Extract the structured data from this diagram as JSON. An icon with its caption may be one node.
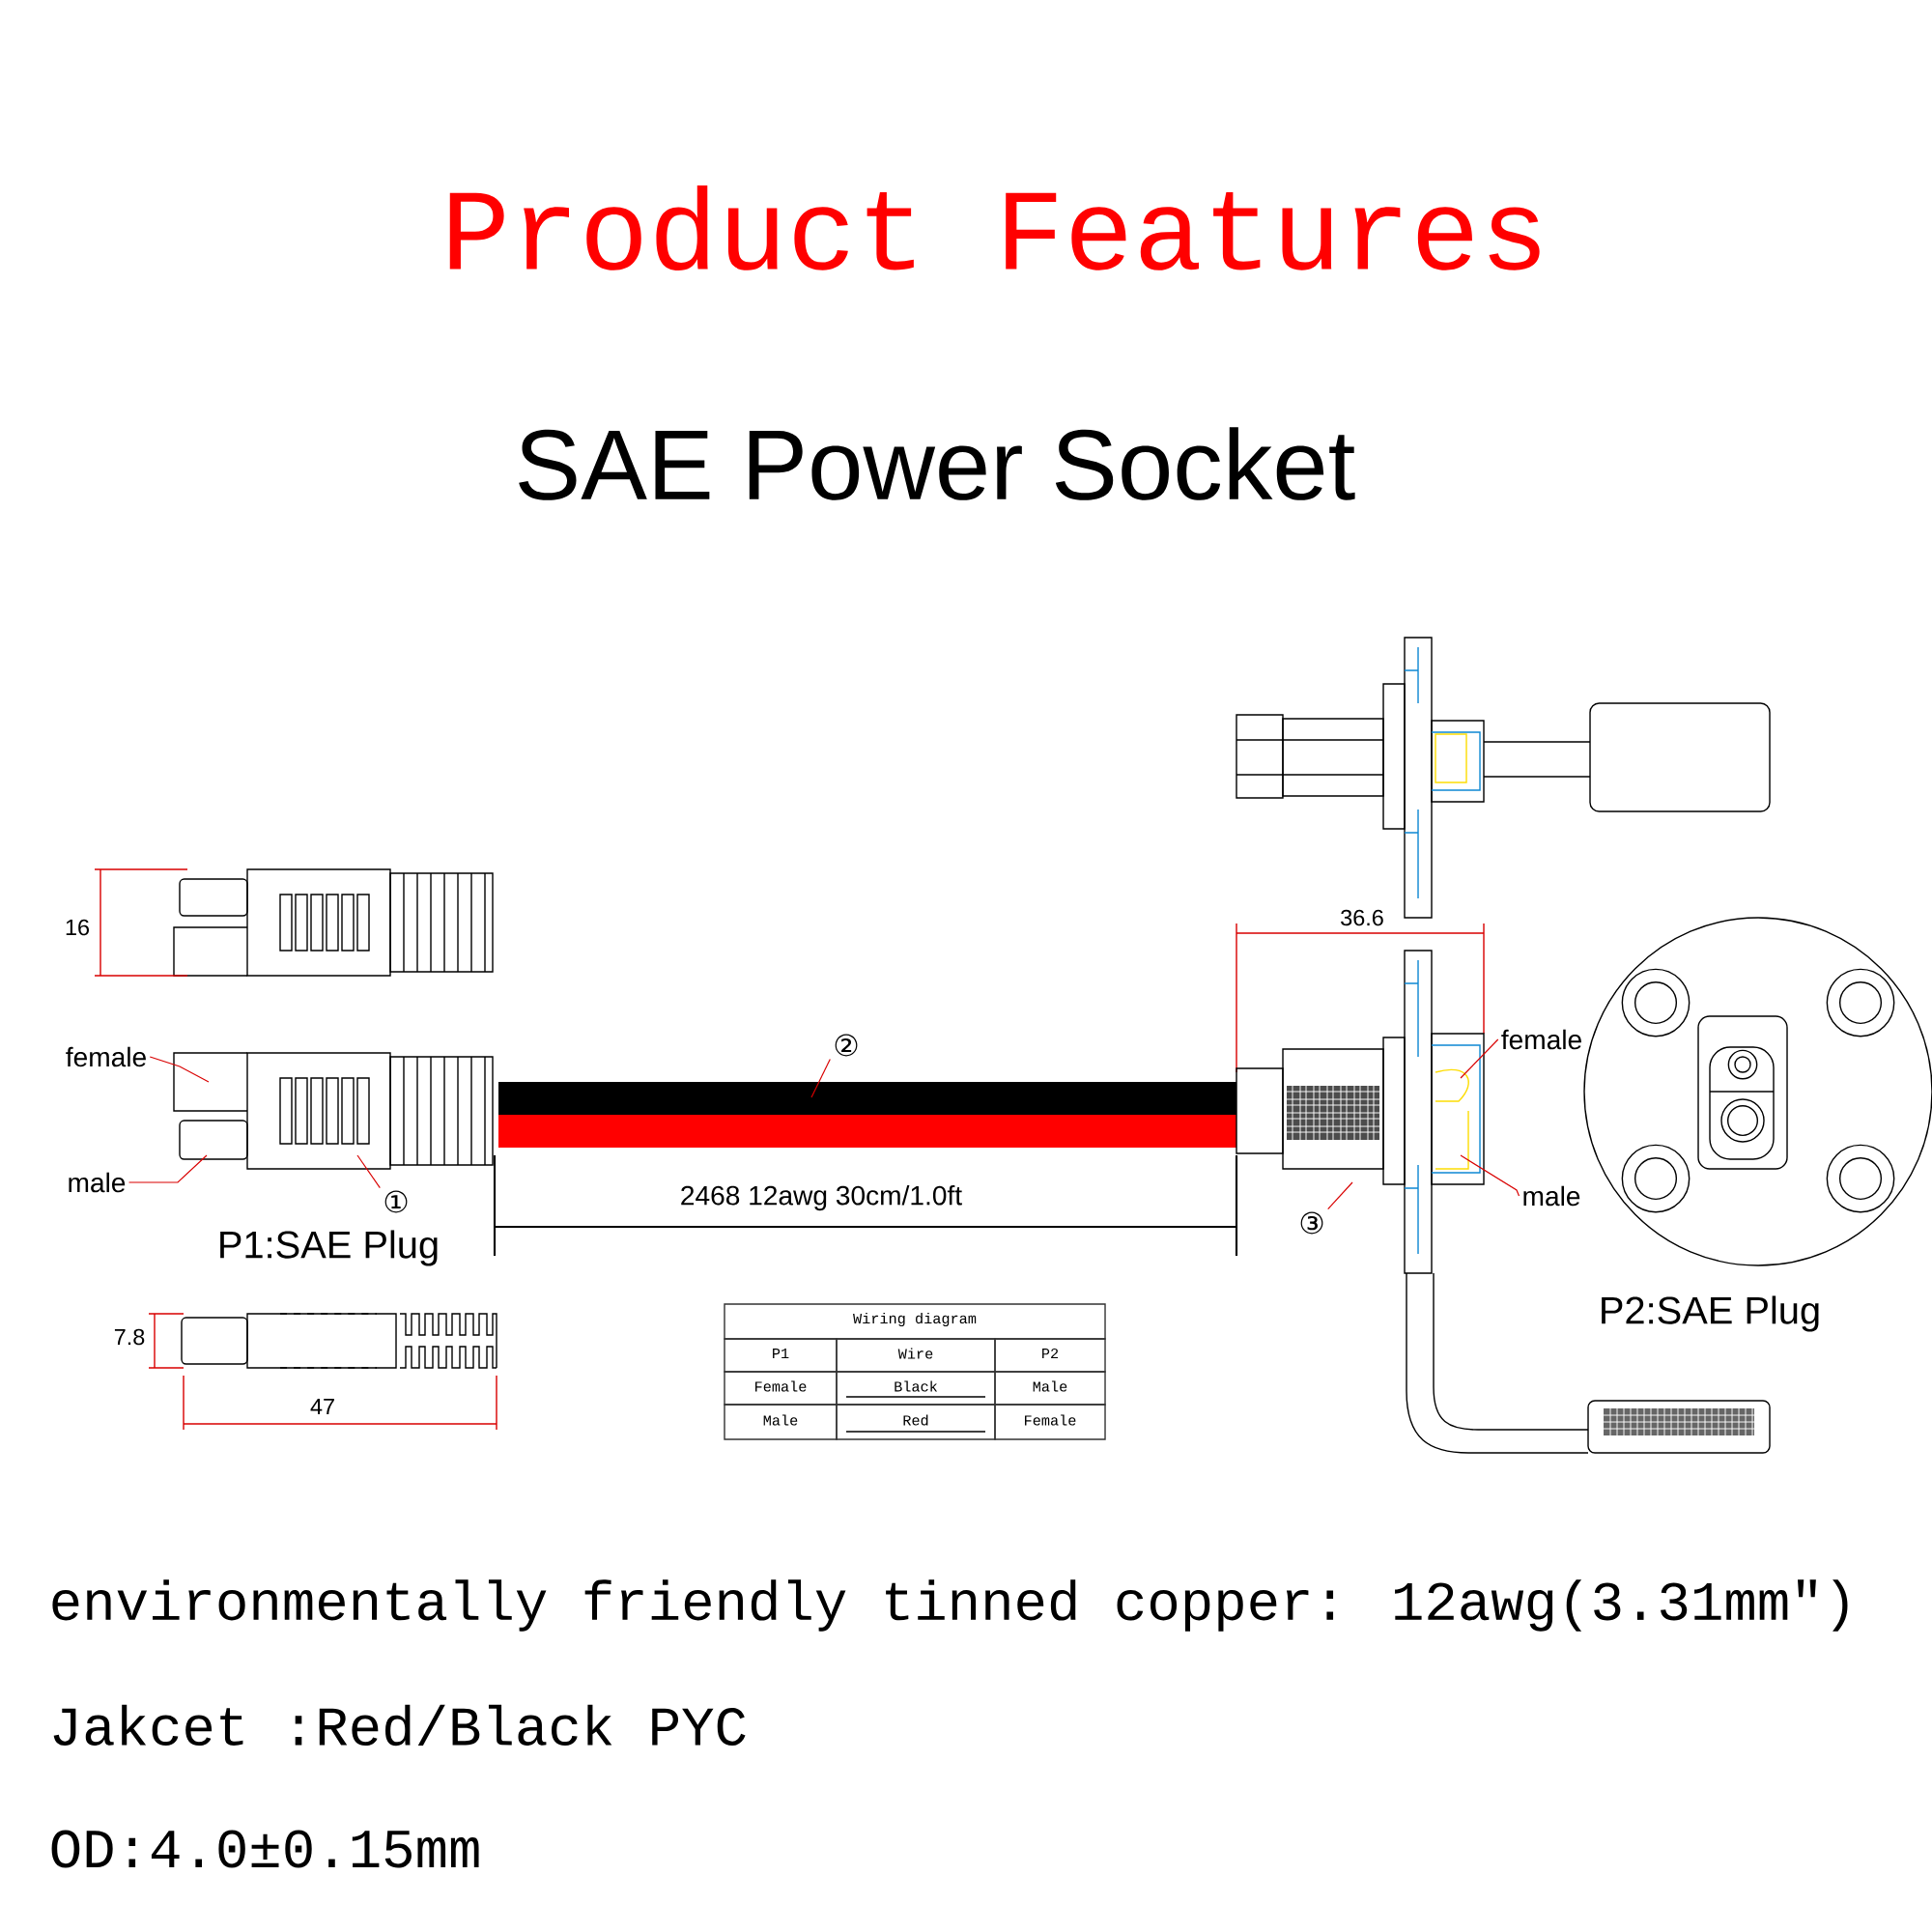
{
  "diagram": {
    "title": "Product Features",
    "nodes": [
      {
        "text": [
          "female"
        ]
      },
      {
        "text": [
          "male"
        ]
      },
      {
        "text": [
          "①"
        ]
      },
      {
        "text": [
          "②"
        ]
      },
      {
        "text": [
          "③"
        ]
      },
      {
        "text": [
          "female"
        ]
      },
      {
        "text": [
          "male"
        ]
      }
    ],
    "edges": [
      {
        "from": 0,
        "to": null,
        "arrow": "none"
      },
      {
        "from": 1,
        "to": null,
        "arrow": "none"
      },
      {
        "from": 2,
        "to": null,
        "arrow": "none"
      },
      {
        "from": 3,
        "to": null,
        "arrow": "none"
      },
      {
        "from": 4,
        "to": null,
        "arrow": "none"
      },
      {
        "from": 5,
        "to": null,
        "arrow": "none"
      },
      {
        "from": 6,
        "to": null,
        "arrow": "none"
      }
    ],
    "labels": [
      "SAE Power Socket",
      "16",
      "P1:SAE Plug",
      "7.8",
      "47",
      "2468 12awg 30cm/1.0ft",
      "36.6",
      "P2:SAE Plug",
      "Wiring diagram",
      "P1",
      "Wire",
      "P2",
      "Female",
      "Black",
      "Male",
      "Male",
      "Red",
      "Female",
      "environmentally friendly tinned copper: 12awg(3.31mm\")",
      "Jakcet :Red/Black PYC",
      "OD:4.0±0.15mm"
    ]
  }
}
